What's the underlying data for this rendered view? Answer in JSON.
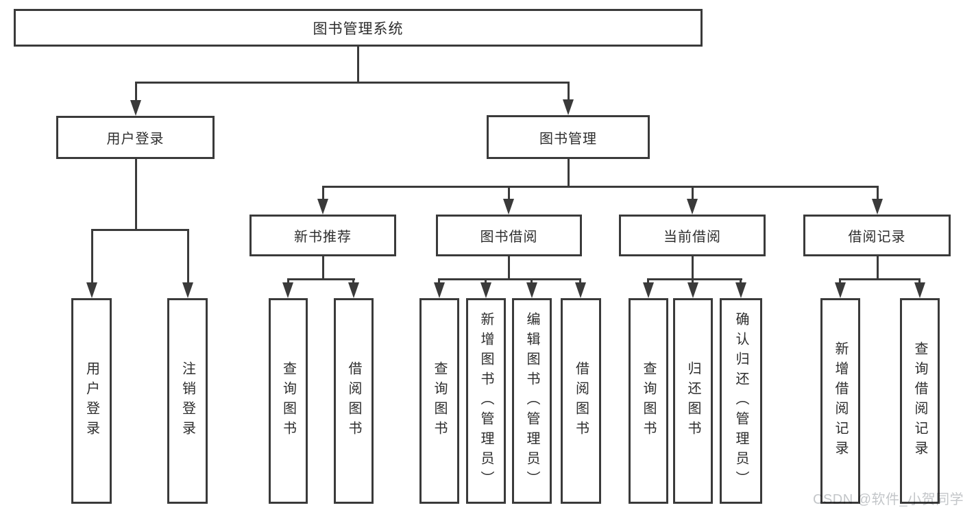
{
  "colors": {
    "line": "#3a3a3a",
    "text": "#2d2d2d",
    "background": "#ffffff",
    "watermark": "#c3c6c9"
  },
  "root": {
    "label": "图书管理系统"
  },
  "level2": [
    {
      "label": "用户登录"
    },
    {
      "label": "图书管理"
    }
  ],
  "level3": [
    {
      "label": "新书推荐"
    },
    {
      "label": "图书借阅"
    },
    {
      "label": "当前借阅"
    },
    {
      "label": "借阅记录"
    }
  ],
  "leaves": {
    "login": [
      {
        "label": "用户登录"
      },
      {
        "label": "注销登录"
      }
    ],
    "recommend": [
      {
        "label": "查询图书"
      },
      {
        "label": "借阅图书"
      }
    ],
    "borrow": [
      {
        "label": "查询图书"
      },
      {
        "label": "新增图书（管理员）"
      },
      {
        "label": "编辑图书（管理员）"
      },
      {
        "label": "借阅图书"
      }
    ],
    "current": [
      {
        "label": "查询图书"
      },
      {
        "label": "归还图书"
      },
      {
        "label": "确认归还（管理员）"
      }
    ],
    "records": [
      {
        "label": "新增借阅记录"
      },
      {
        "label": "查询借阅记录"
      }
    ]
  },
  "watermark": "CSDN @软件_小贺同学"
}
